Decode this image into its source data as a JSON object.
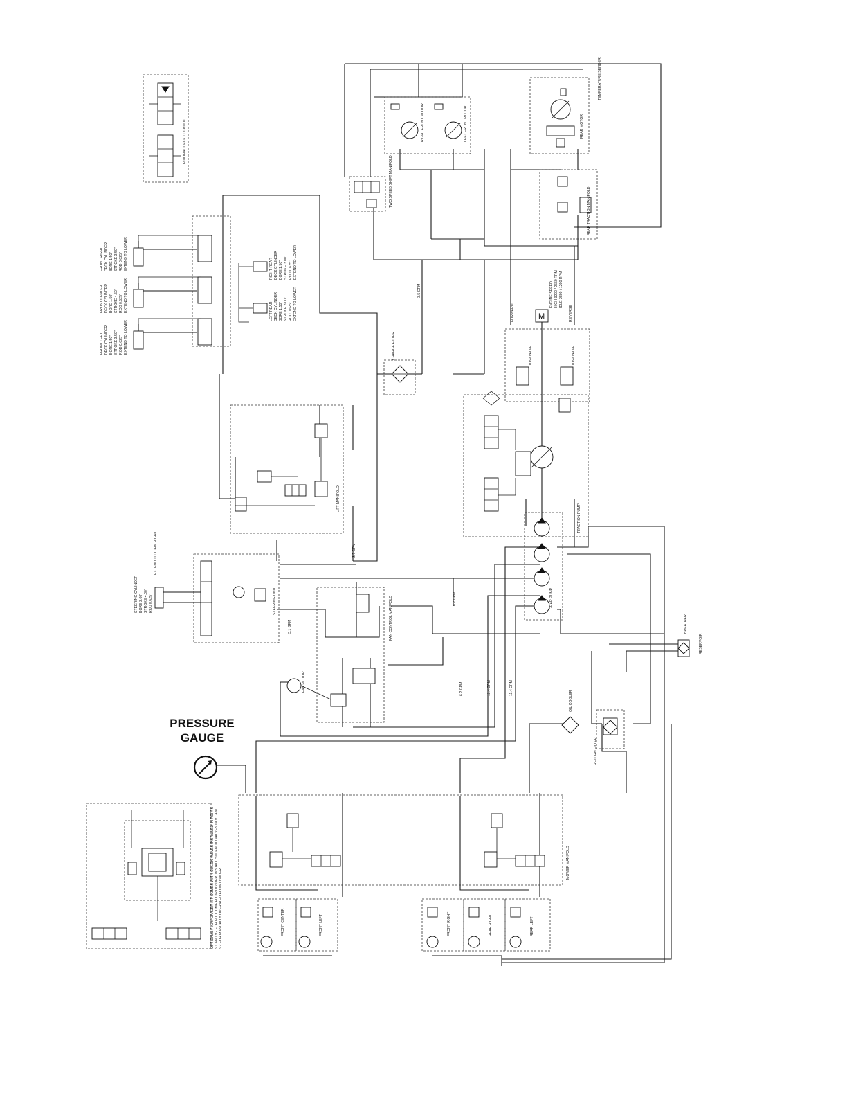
{
  "pressure_gauge": {
    "line1": "PRESSURE",
    "line2": "GAUGE"
  },
  "labels": {
    "optional_deck_lockout": "OPTIONAL DECK LOCKOUT",
    "front_right_cyl": [
      "FRONT RIGHT",
      "DECK CYLINDER",
      "BORE 1.50\"",
      "STROKE 3.50\"",
      "ROD 0.625\"",
      "EXTEND TO LOWER"
    ],
    "front_center_cyl": [
      "FRONT CENTER",
      "DECK CYLINDER",
      "BORE 1.50\"",
      "STROKE 4.50\"",
      "ROD 0.625\"",
      "EXTEND TO LOWER"
    ],
    "front_left_cyl": [
      "FRONT LEFT",
      "DECK CYLINDER",
      "BORE 1.50\"",
      "STROKE 3.50\"",
      "ROD 0.625\"",
      "EXTEND TO LOWER"
    ],
    "right_rear_cyl": [
      "RIGHT REAR",
      "DECK CYLINDER",
      "BORE 1.50\"",
      "STROKE 3.00\"",
      "ROD 0.625\"",
      "EXTEND TO LOWER"
    ],
    "left_rear_cyl": [
      "LEFT REAR",
      "DECK CYLINDER",
      "BORE 1.50\"",
      "STROKE 3.00\"",
      "ROD 0.625\"",
      "EXTEND TO LOWER"
    ],
    "steering_cyl": [
      "STEERING CYLINDER",
      "BORE 2.00\"",
      "STROKE 4.00\"",
      "ROD 0.625\"",
      "EXTEND TO TURN RIGHT"
    ],
    "charge_filter": "CHARGE FILTER",
    "engine_speed": [
      "ENGINE SPEED",
      "HIGH 3200 / 2650 RPM",
      "IDLE 2800 / 1200 RPM"
    ],
    "forward": "FORWARD",
    "reverse": "REVERSE",
    "tow_valve_1": "TOW VALVE",
    "tow_valve_2": "TOW VALVE",
    "traction_pump": "TRACTION PUMP",
    "gear_pump": "GEAR PUMP",
    "lift_manifold": "LIFT MANIFOLD",
    "steering_unit": "STEERING UNIT",
    "fan_control_manifold": "FAN CONTROL MANIFOLD",
    "fan_motor": "FAN MOTOR",
    "mower_manifold": "MOWER MANIFOLD",
    "oil_cooler": "OIL COOLER",
    "return_filter": "RETURN FILTER",
    "breather": "BREATHER",
    "reservoir": "RESERVOIR",
    "rear_traction_manifold": "REAR TRACTION MANIFOLD",
    "rear_motor": "REAR MOTOR",
    "right_front_motor": "RIGHT FRONT MOTOR",
    "left_front_motor": "LEFT FRONT MOTOR",
    "two_speed_shift_manifold": "TWO SPEED SHIFT MANIFOLD",
    "temperature_sender": "TEMPERATURE SENDER",
    "flow_note": [
      "OPTIONAL FLOW DIVIDER KIT COMES WITH CHECK VALVES INSTALLED IN PORTS",
      "V1 AND V2 FOR FULL TIME FLOW DIVIDER. INSTALL SOLENOID VALVES IN V1 AND",
      "V2 FOR MANUALLY OPERATED FLOW DIVIDER."
    ],
    "reel_motors": [
      "FRONT CENTER",
      "FRONT LEFT",
      "FRONT RIGHT",
      "REAR RIGHT",
      "REAR LEFT"
    ],
    "gpm": [
      "3.5 GPM",
      "6.2 GPM",
      "3.7 GPM",
      "3.1 GPM",
      "6.2 GPM",
      "11.4 GPM",
      "11.4 GPM"
    ]
  }
}
